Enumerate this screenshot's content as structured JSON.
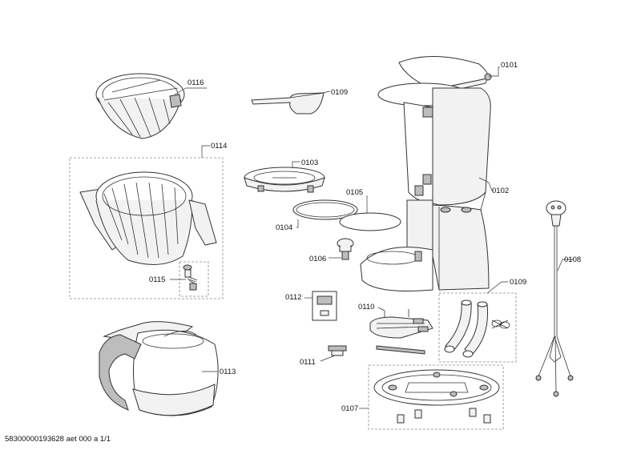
{
  "parts": {
    "p0101": "0101",
    "p0102": "0102",
    "p0103": "0103",
    "p0104": "0104",
    "p0105": "0105",
    "p0106": "0106",
    "p0107": "0107",
    "p0108": "0108",
    "p0109a": "0109",
    "p0109b": "0109",
    "p0110": "0110",
    "p0111": "0111",
    "p0112": "0112",
    "p0113": "0113",
    "p0114": "0114",
    "p0115": "0115",
    "p0116": "0116"
  },
  "footer": {
    "drawing_id": "58300000193628 aet 000 a 1/1"
  }
}
